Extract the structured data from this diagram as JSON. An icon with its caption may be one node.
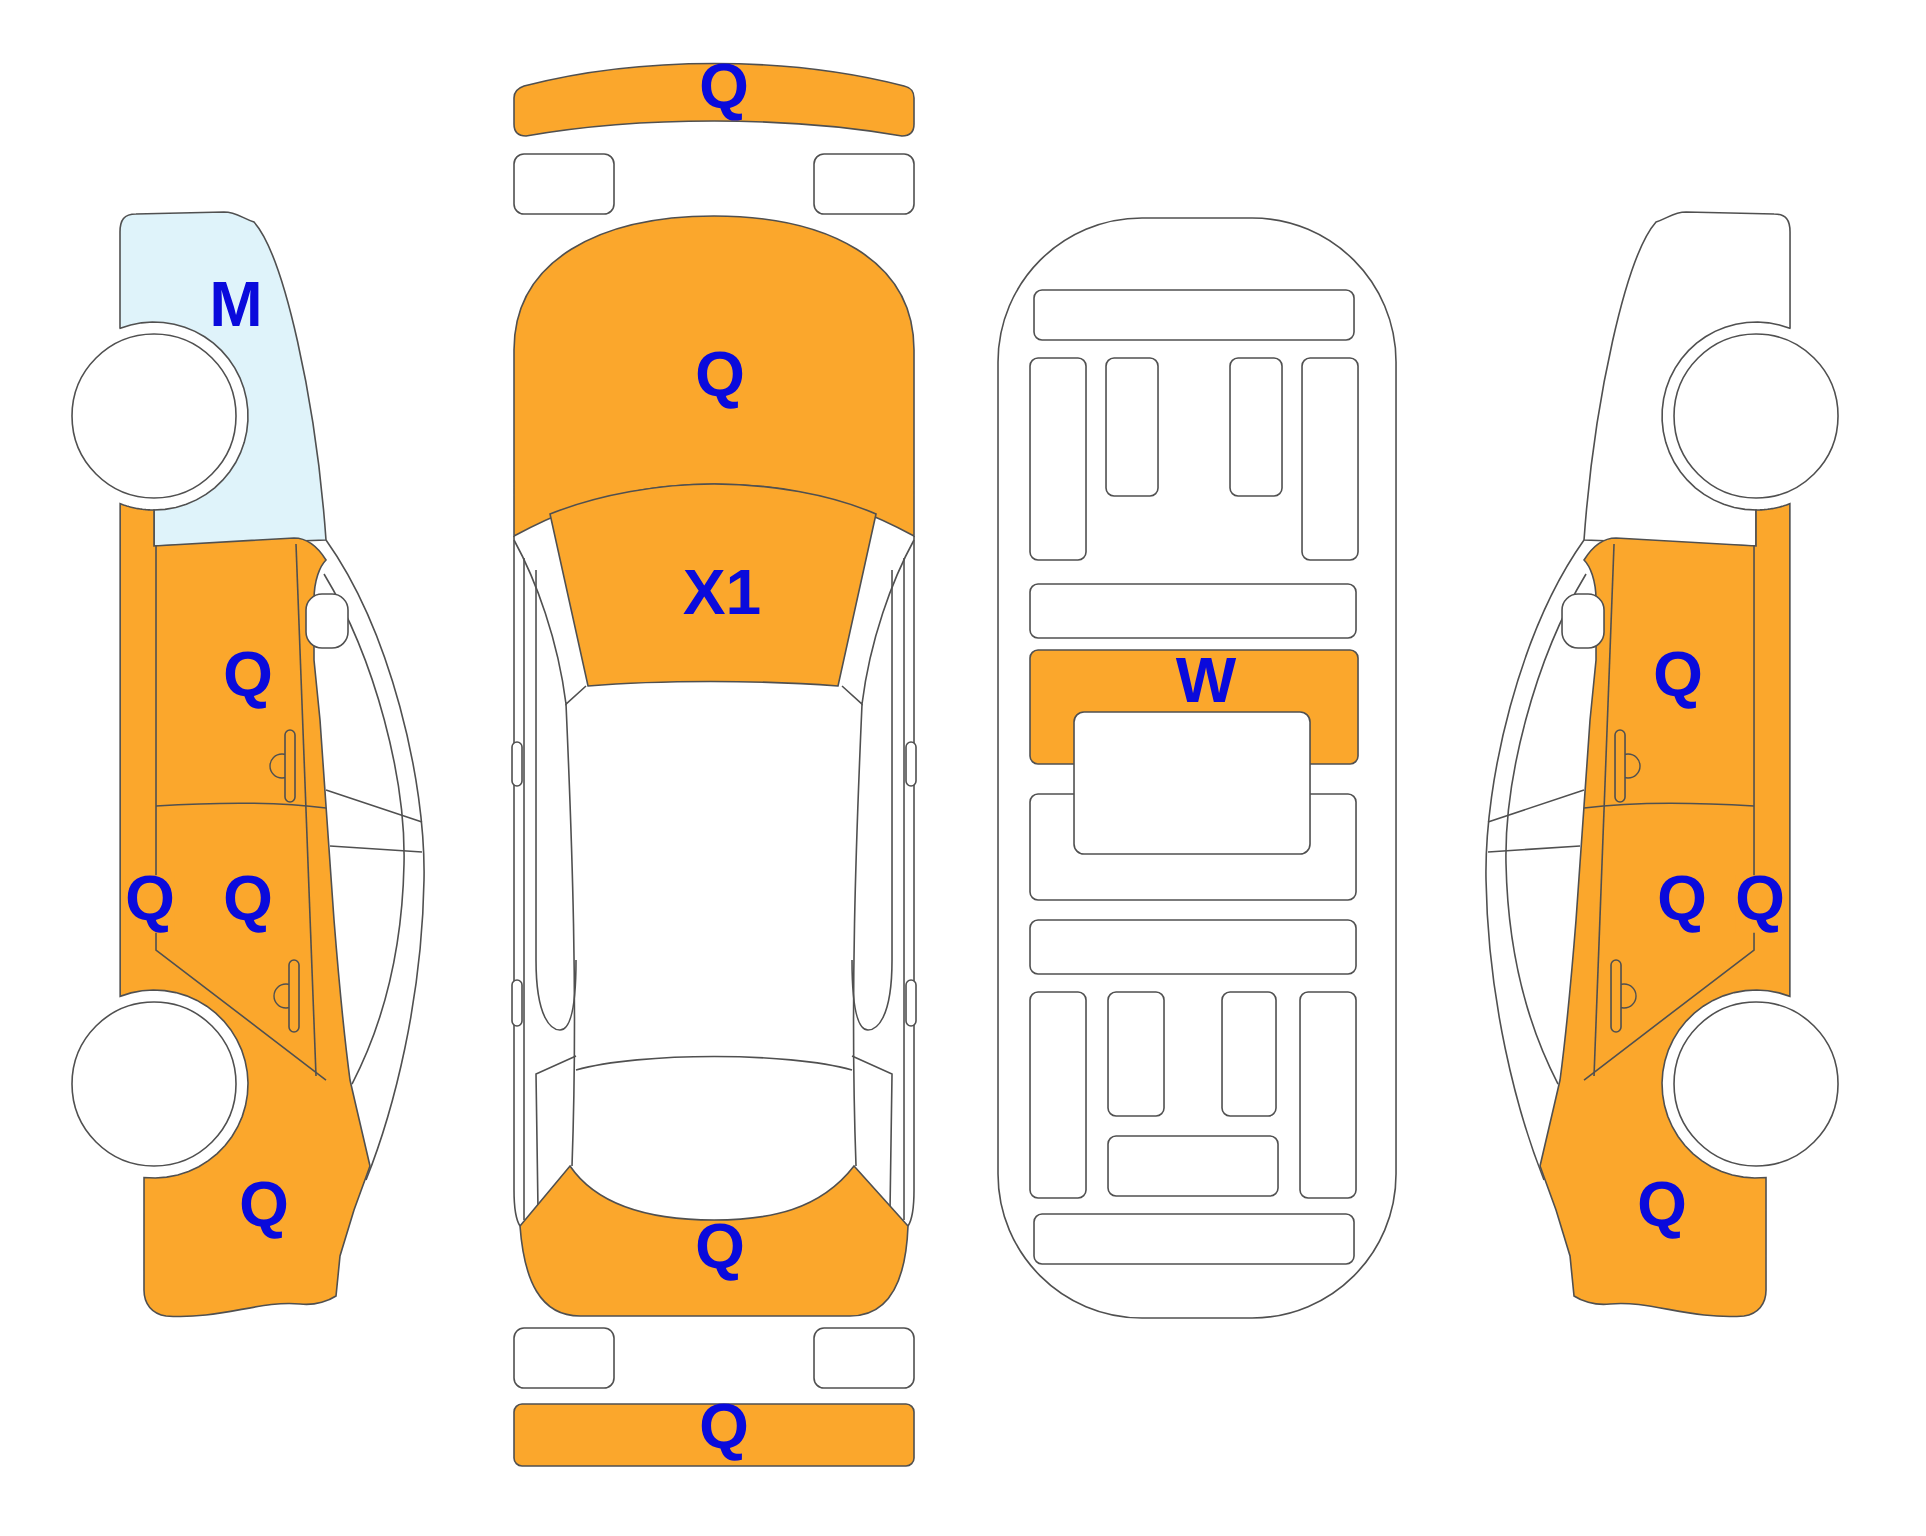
{
  "diagram": {
    "labels": [
      "Q",
      "M",
      "Q",
      "X1",
      "Q",
      "W",
      "Q",
      "Q",
      "Q",
      "Q",
      "Q",
      "Q",
      "Q",
      "Q",
      "Q"
    ]
  }
}
